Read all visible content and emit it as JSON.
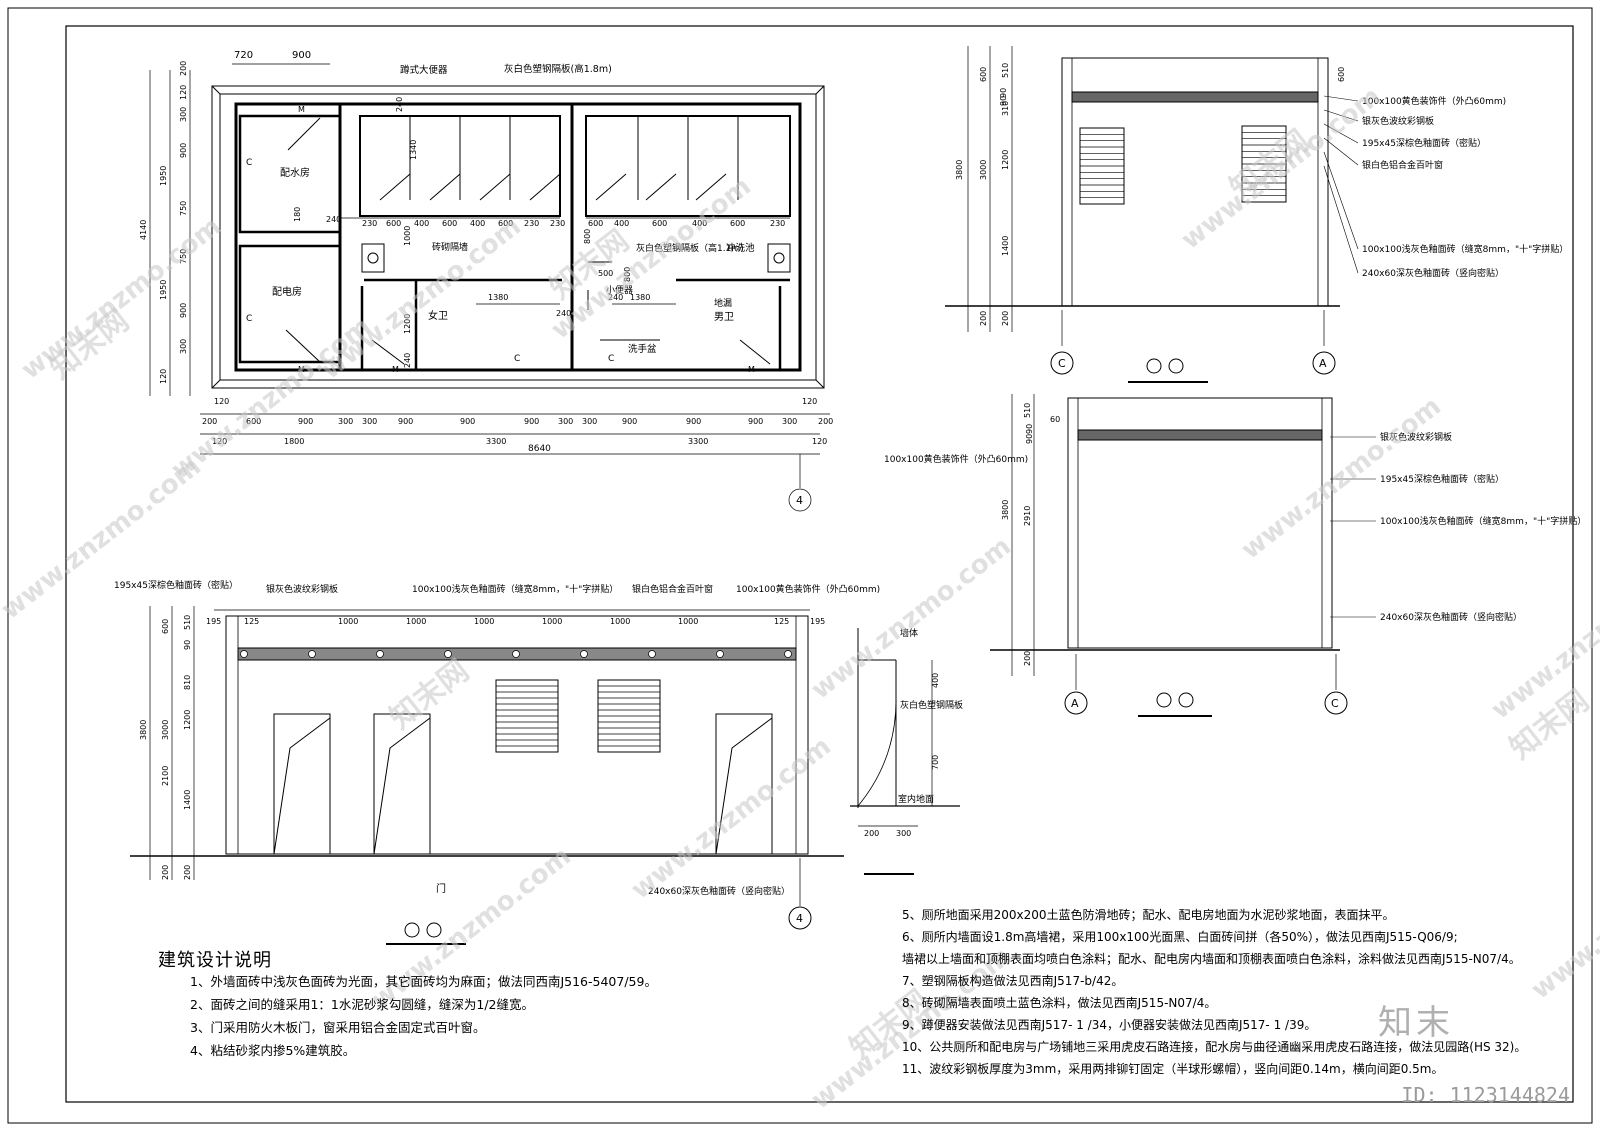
{
  "plan": {
    "top_dims": [
      "720",
      "900"
    ],
    "left_dims": [
      "120",
      "200",
      "300",
      "900",
      "1950",
      "750",
      "4140",
      "750",
      "1950",
      "900",
      "300",
      "120"
    ],
    "inner_dims": [
      "240",
      "1340",
      "180",
      "240",
      "230",
      "600",
      "400",
      "600",
      "400",
      "600",
      "230",
      "230",
      "600",
      "400",
      "600",
      "400",
      "600",
      "230",
      "1000",
      "800",
      "500",
      "800",
      "240",
      "1380",
      "1380",
      "240",
      "1200",
      "240"
    ],
    "bottom_row1": [
      "200",
      "600",
      "900",
      "300",
      "300",
      "900",
      "900",
      "900",
      "300",
      "300",
      "900",
      "900",
      "900",
      "300",
      "200"
    ],
    "bottom_row2": [
      "120",
      "1800",
      "3300",
      "3300",
      "120"
    ],
    "overall": "8640",
    "edge_120": "120",
    "labels": {
      "squat": "蹲式大便器",
      "partition18": "灰白色塑钢隔板(高1.8m)",
      "water_room": "配水房",
      "power_room": "配电房",
      "brick_wall": "砖砌隔墙",
      "partition11": "灰白色塑钢隔板（高1.1m)",
      "flush_pool": "冲洗池",
      "urinal": "小便器",
      "female": "女卫",
      "male": "男卫",
      "floor_drain": "地漏",
      "basin": "洗手盆",
      "c": "C",
      "m": "M"
    },
    "axis": "4"
  },
  "side_elev_1": {
    "dims": [
      "600",
      "510",
      "310",
      "90",
      "90",
      "1200",
      "3800",
      "3000",
      "1400",
      "200",
      "200"
    ],
    "top_dim": "600",
    "callouts": [
      "100x100黄色装饰件（外凸60mm)",
      "银灰色波纹彩钢板",
      "195x45深棕色釉面砖（密贴）",
      "银白色铝合金百叶窗",
      "100x100浅灰色釉面砖（缝宽8mm，\"十\"字拼贴）",
      "240x60深灰色釉面砖（竖向密贴）"
    ],
    "axes": [
      "C",
      "A"
    ]
  },
  "side_elev_2": {
    "dims": [
      "510",
      "60",
      "90",
      "90",
      "3800",
      "2910",
      "200"
    ],
    "left_callout": "100x100黄色装饰件（外凸60mm)",
    "callouts": [
      "银灰色波纹彩钢板",
      "195x45深棕色釉面砖（密贴）",
      "100x100浅灰色釉面砖（缝宽8mm，\"十\"字拼贴）",
      "240x60深灰色釉面砖（竖向密贴）"
    ],
    "axes": [
      "A",
      "C"
    ]
  },
  "front_elev": {
    "top_callouts": [
      "195x45深棕色釉面砖（密贴）",
      "银灰色波纹彩钢板",
      "100x100浅灰色釉面砖（缝宽8mm，\"十\"字拼贴）",
      "银白色铝合金百叶窗",
      "100x100黄色装饰件（外凸60mm)"
    ],
    "top_dims": [
      "195",
      "125",
      "1000",
      "1000",
      "1000",
      "1000",
      "1000",
      "1000",
      "125",
      "195"
    ],
    "left_dims": [
      "600",
      "510",
      "90",
      "810",
      "3800",
      "3000",
      "1200",
      "2100",
      "1400",
      "200",
      "200"
    ],
    "door": "门",
    "bottom_callout": "240x60深灰色釉面砖（竖向密贴）",
    "axis": "4"
  },
  "detail": {
    "wall": "墙体",
    "panel": "灰白色塑钢隔板",
    "floor": "室内地面",
    "dims": [
      "400",
      "700",
      "200",
      "300"
    ]
  },
  "notes": {
    "title": "建筑设计说明",
    "left": [
      "1、外墙面砖中浅灰色面砖为光面，其它面砖均为麻面；做法同西南J516-5407/59。",
      "2、面砖之间的缝采用1：1水泥砂浆勾圆缝，缝深为1/2缝宽。",
      "3、门采用防火木板门，窗采用铝合金固定式百叶窗。",
      "4、粘结砂浆内掺5%建筑胶。"
    ],
    "right": [
      "5、厕所地面采用200x200土蓝色防滑地砖；配水、配电房地面为水泥砂浆地面，表面抹平。",
      "6、厕所内墙面设1.8m高墙裙，采用100x100光面黑、白面砖间拼（各50%），做法见西南J515-Q06/9;",
      "墙裙以上墙面和顶棚表面均喷白色涂料；配水、配电房内墙面和顶棚表面喷白色涂料，涂料做法见西南J515-N07/4。",
      "7、塑钢隔板构造做法见西南J517-b/42。",
      "8、砖砌隔墙表面喷土蓝色涂料，做法见西南J515-N07/4。",
      "9、蹲便器安装做法见西南J517- 1 /34，小便器安装做法见西南J517- 1 /39。",
      "10、公共厕所和配电房与广场铺地三采用虎皮石路连接，配水房与曲径通幽采用虎皮石路连接，做法见园路(HS 32)。",
      "11、波纹彩钢板厚度为3mm，采用两排铆钉固定（半球形螺帽），竖向间距0.14m，横向间距0.5m。"
    ]
  },
  "watermark": {
    "site": "www.znzmo.com",
    "brand": "知末网",
    "logo": "知末",
    "id": "ID: 1123144824"
  }
}
